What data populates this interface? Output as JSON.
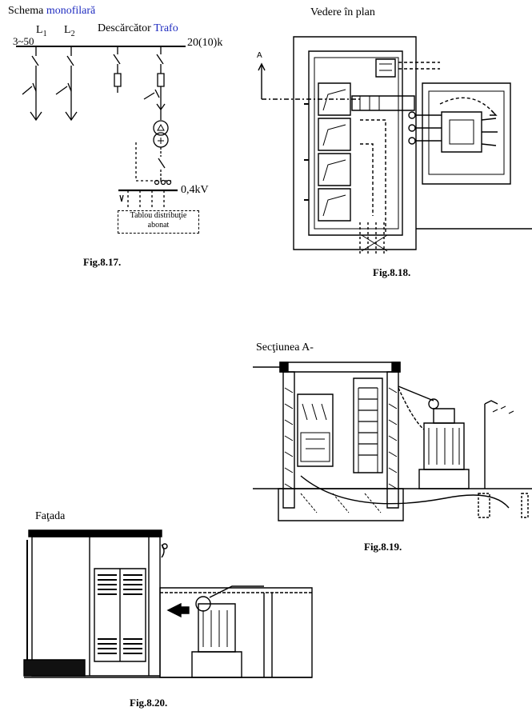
{
  "fig817": {
    "title_part1": "Schema ",
    "title_part2": "monofilară",
    "l1": "L",
    "l1_sub": "1",
    "l2": "L",
    "l2_sub": "2",
    "desc": "Descărcător ",
    "trafo": "Trafo",
    "left_bus": "3~50",
    "right_bus": "20(10)k",
    "lv": "0,4kV",
    "panel_line1": "Tablou distribuţie",
    "panel_line2": "abonat",
    "caption": "Fig.8.17."
  },
  "fig818": {
    "title": "Vedere în plan",
    "marker": "A",
    "caption": "Fig.8.18."
  },
  "fig819": {
    "title": "Secţiunea A-",
    "caption": "Fig.8.19."
  },
  "fig820": {
    "title": "Faţada",
    "caption": "Fig.8.20."
  },
  "colors": {
    "accent": "#1f2cc0",
    "ink": "#000000"
  }
}
